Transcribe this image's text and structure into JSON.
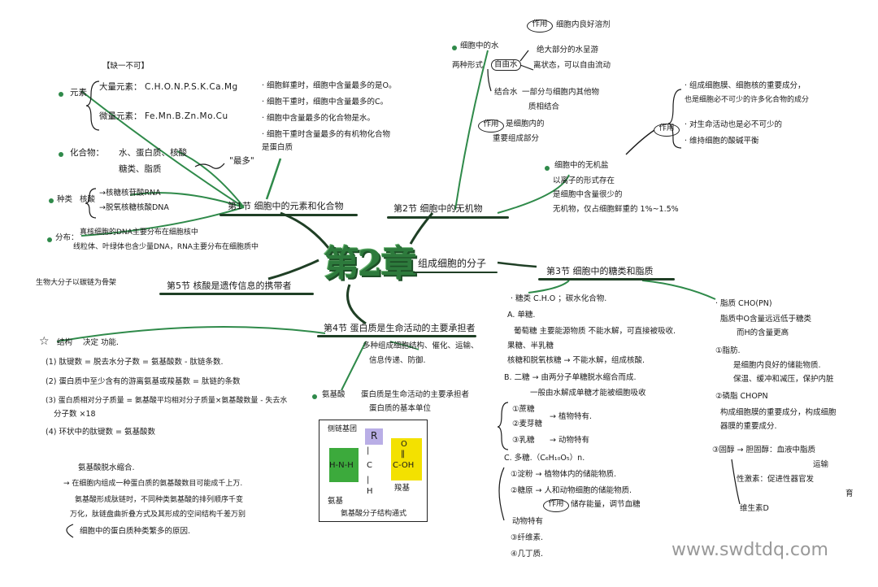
{
  "title": "第2章",
  "subtitle": "组成细胞的分子",
  "sections": {
    "s1": "第1节 细胞中的元素和化合物",
    "s2": "第2节 细胞中的无机物",
    "s3": "第3节 细胞中的糖类和脂质",
    "s4": "第4节 蛋白质是生命活动的主要承担者",
    "s5": "第5节 核酸是遗传信息的携带者"
  },
  "s1": {
    "note": "【缺一不可】",
    "elements_label": "元素",
    "macro_label": "大量元素：",
    "macro": "C.H.O.N.P.S.K.Ca.Mg",
    "micro_label": "微量元素：",
    "micro": "Fe.Mn.B.Zn.Mo.Cu",
    "compounds_label": "化合物：",
    "compounds_1": "水、蛋白质、核酸",
    "compounds_2": "糖类、脂质",
    "most": "\"最多\"",
    "facts": [
      "· 细胞鲜重时，细胞中含量最多的是O。",
      "· 细胞干重时，细胞中含量最多的C。",
      "· 细胞中含量最多的化合物是水。",
      "· 细胞干重时含量最多的有机物化合物",
      "  是蛋白质"
    ]
  },
  "s5": {
    "types_label": "种类",
    "nucleic": "核酸",
    "rna": "→核糖核苷酸RNA",
    "dna": "→脱氧核糖核酸DNA",
    "dist_label": "分布：",
    "dist_1": "真核细胞的DNA主要分布在细胞核中",
    "dist_2": "线粒体、叶绿体也含少量DNA，RNA主要分布在细胞质中",
    "macro": "生物大分子以碳链为骨架"
  },
  "s2": {
    "water": "细胞中的水",
    "forms": "两种形式",
    "free_water": "自由水",
    "role1": "作用",
    "role1_text": "细胞内良好溶剂",
    "free_1": "绝大部分的水呈游",
    "free_2": "离状态，可以自由流动",
    "bound_water": "结合水",
    "bound_1": "一部分与细胞内其他物",
    "bound_2": "质相结合",
    "role2": "作用",
    "role2_1": "是细胞内的",
    "role2_2": "重要组成部分",
    "inorganic": "细胞中的无机盐",
    "inorganic_1": "以离子的形式存在",
    "inorganic_2": "是细胞中含量很少的",
    "inorganic_3": "无机物，仅占细胞鲜重的 1%~1.5%",
    "role3": "作用",
    "salt_roles": [
      "· 组成细胞膜、细胞核的重要成分，",
      "  也是细胞必不可少的许多化合物的成分",
      "· 对生命活动也是必不可少的",
      "· 维持细胞的酸碱平衡"
    ]
  },
  "s3": {
    "sugar_title": "· 糖类 C.H.O ；碳水化合物.",
    "a": "A. 单糖.",
    "a1": "葡萄糖 主要能源物质    不能水解，可直接被吸收.",
    "a2": "果糖、半乳糖",
    "a3": "核糖和脱氧核糖 → 不能水解，组成核酸.",
    "b": "B. 二糖 → 由两分子单糖脱水缩合而成.",
    "b1": "一般由水解成单糖才能被细胞吸收",
    "b_items": [
      "①蔗糖",
      "②麦芽糖",
      "③乳糖"
    ],
    "b_plant": "→ 植物特有.",
    "b_animal": "→ 动物特有",
    "c": "C. 多糖.（C₆H₁₀O₅）n.",
    "c1": "①淀粉 → 植物体内的储能物质.",
    "c2": "②糖原 → 人和动物细胞的储能物质.",
    "c2_role": "作用",
    "c2_role_text": "储存能量，调节血糖",
    "c2_note": "动物特有",
    "c3": "③纤维素.",
    "c4": "④几丁质.",
    "lipid_title": "· 脂质 CHO(PN)",
    "lipid_1": "脂质中O含量远远低于糖类",
    "lipid_2": "而H的含量更高",
    "fat": "①脂肪.",
    "fat_1": "是细胞内良好的储能物质.",
    "fat_2": "保温、缓冲和减压，保护内脏",
    "phospho": "②磷脂 CHOPN",
    "phospho_1": "构成细胞膜的重要成分，构成细胞",
    "phospho_2": "器膜的重要成分.",
    "sterol": "③固醇 → 胆固醇：血液中脂质",
    "sterol_1": "运输",
    "sterol_2": "性激素：促进性器官发",
    "sterol_3": "育",
    "vitd": "维生素D"
  },
  "s4": {
    "struct_label": "结构",
    "struct_rule": "决定 功能.",
    "f1": "(1) 肽键数 = 脱去水分子数 = 氨基酸数 - 肽链条数.",
    "f2": "(2) 蛋白质中至少含有的游离氨基或羧基数 = 肽链的条数",
    "f3": "(3) 蛋白质相对分子质量 = 氨基酸平均相对分子质量×氨基酸数量 - 失去水",
    "f3b": "分子数 ×18",
    "f4": "(4) 环状中的肽键数 = 氨基酸数",
    "func": "多种组成细胞结构、催化、运输、",
    "func2": "信息传递、防御.",
    "aa_label": "氨基酸",
    "aa_1": "蛋白质是生命活动的主要承担者",
    "aa_2": "蛋白质的基本单位",
    "side_chain": "侧链基团",
    "R": "R",
    "amino_group": "H-N-H",
    "carboxyl": "C-OH",
    "amino_label": "氨基",
    "carboxyl_label": "羧基",
    "structure_caption": "氨基酸分子结构通式",
    "diverse": "氨基酸脱水缩合.",
    "div_1": "→ 在细胞内组成一种蛋白质的氨基酸数目可能成千上万.",
    "div_2": "氨基酸形成肽链时，不同种类氨基酸的排列顺序千变",
    "div_3": "万化，肽链盘曲折叠方式及其形成的空间结构千差万别",
    "div_4": "细胞中的蛋白质种类繁多的原因."
  },
  "watermark": "www.swdtdq.com",
  "colors": {
    "title_green": "#2d7a3c",
    "dark_green": "#1f3f25",
    "purple": "#b9aee6",
    "yellow": "#f3e100",
    "green_box": "#3caa3c"
  }
}
